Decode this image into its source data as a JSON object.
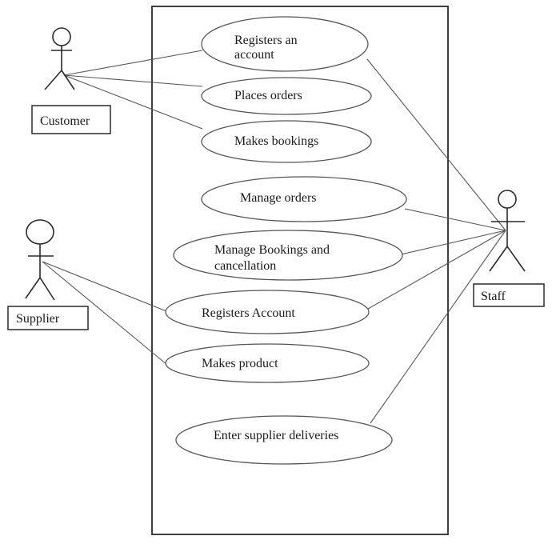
{
  "diagram_title": "",
  "actors": [
    {
      "id": "customer",
      "label": "Customer"
    },
    {
      "id": "supplier",
      "label": "Supplier"
    },
    {
      "id": "staff",
      "label": "Staff"
    }
  ],
  "use_cases": [
    {
      "label": "Registers an account",
      "lines": [
        "Registers an",
        "account"
      ]
    },
    {
      "label": "Places orders",
      "lines": [
        "Places orders"
      ]
    },
    {
      "label": "Makes bookings",
      "lines": [
        "Makes bookings"
      ]
    },
    {
      "label": "Manage orders",
      "lines": [
        "Manage orders"
      ]
    },
    {
      "label": "Manage Bookings and cancellation",
      "lines": [
        "Manage Bookings and",
        "cancellation"
      ]
    },
    {
      "label": "Registers Account",
      "lines": [
        "Registers Account"
      ]
    },
    {
      "label": "Makes product",
      "lines": [
        "Makes product"
      ]
    },
    {
      "label": "Enter supplier deliveries",
      "lines": [
        "Enter supplier deliveries"
      ]
    }
  ],
  "associations": [
    {
      "from": "Customer",
      "to": "Registers an account"
    },
    {
      "from": "Customer",
      "to": "Places orders"
    },
    {
      "from": "Customer",
      "to": "Makes bookings"
    },
    {
      "from": "Supplier",
      "to": "Registers Account"
    },
    {
      "from": "Supplier",
      "to": "Makes product"
    },
    {
      "from": "Staff",
      "to": "Registers an account"
    },
    {
      "from": "Staff",
      "to": "Manage orders"
    },
    {
      "from": "Staff",
      "to": "Manage Bookings and cancellation"
    },
    {
      "from": "Staff",
      "to": "Registers Account"
    },
    {
      "from": "Staff",
      "to": "Enter supplier deliveries"
    }
  ],
  "colors": {
    "stroke": "#555555",
    "stroke_dark": "#2a2a2a",
    "text": "#1a1a1a",
    "background": "#ffffff"
  }
}
